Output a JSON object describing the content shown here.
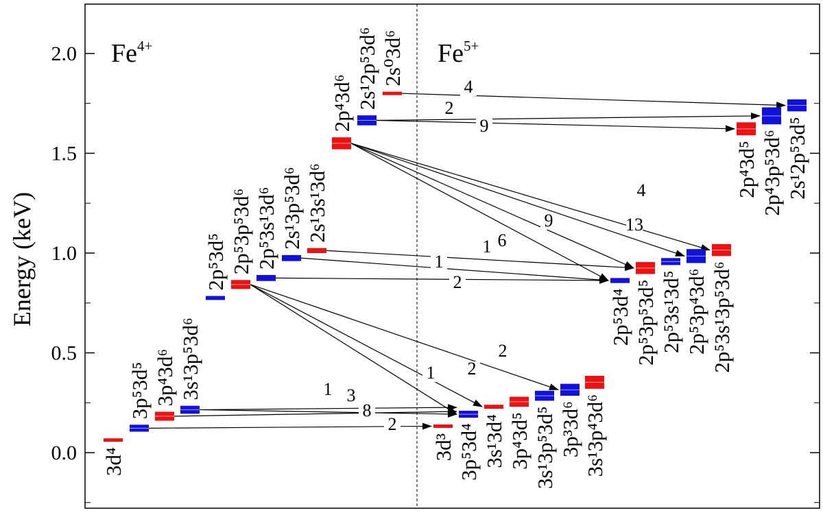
{
  "chart_data": {
    "type": "diagram",
    "ylabel": "Energy (keV)",
    "ylim": [
      -0.28,
      2.25
    ],
    "yticks": [
      "0.0",
      "0.5",
      "1.0",
      "1.5",
      "2.0"
    ],
    "ion_labels": [
      {
        "base": "Fe",
        "sup": "4+"
      },
      {
        "base": "Fe",
        "sup": "5+"
      }
    ],
    "colors": {
      "red": "#ee1111",
      "blue": "#1111dd",
      "line": "#000000"
    },
    "levels": [
      {
        "id": "3d4",
        "ion": 4,
        "color": "red",
        "e_min": 0.063,
        "e_max": 0.063,
        "label": "3d⁴"
      },
      {
        "id": "3p53d5",
        "ion": 4,
        "color": "blue",
        "e_min": 0.105,
        "e_max": 0.14,
        "label": "3p⁵3d⁵"
      },
      {
        "id": "3p43d6",
        "ion": 4,
        "color": "red",
        "e_min": 0.16,
        "e_max": 0.205,
        "label": "3p⁴3d⁶"
      },
      {
        "id": "3s13p53d6",
        "ion": 4,
        "color": "blue",
        "e_min": 0.195,
        "e_max": 0.235,
        "label": "3s¹3p⁵3d⁶"
      },
      {
        "id": "2p53d5",
        "ion": 4,
        "color": "blue",
        "e_min": 0.765,
        "e_max": 0.785,
        "label": "2p⁵3d⁵"
      },
      {
        "id": "2p53p53d6",
        "ion": 4,
        "color": "red",
        "e_min": 0.82,
        "e_max": 0.865,
        "label": "2p⁵3p⁵3d⁶"
      },
      {
        "id": "2p53s13d6",
        "ion": 4,
        "color": "blue",
        "e_min": 0.86,
        "e_max": 0.89,
        "label": "2p⁵3s¹3d⁶"
      },
      {
        "id": "2s13p53d6",
        "ion": 4,
        "color": "blue",
        "e_min": 0.96,
        "e_max": 0.99,
        "label": "2s¹3p⁵3d⁶"
      },
      {
        "id": "2s13s13d6",
        "ion": 4,
        "color": "red",
        "e_min": 1.0,
        "e_max": 1.025,
        "label": "2s¹3s¹3d⁶"
      },
      {
        "id": "2p43d6",
        "ion": 4,
        "color": "red",
        "e_min": 1.52,
        "e_max": 1.58,
        "label": "2p⁴3d⁶"
      },
      {
        "id": "2s12p53d6",
        "ion": 4,
        "color": "blue",
        "e_min": 1.64,
        "e_max": 1.69,
        "label": "2s¹2p⁵3d⁶"
      },
      {
        "id": "2s03d6",
        "ion": 4,
        "color": "red",
        "e_min": 1.8,
        "e_max": 1.8,
        "label": "2s⁰3d⁶"
      },
      {
        "id": "3d3",
        "ion": 5,
        "color": "red",
        "e_min": 0.13,
        "e_max": 0.135,
        "label": "3d³"
      },
      {
        "id": "3p53d4",
        "ion": 5,
        "color": "blue",
        "e_min": 0.175,
        "e_max": 0.21,
        "label": "3p⁵3d⁴"
      },
      {
        "id": "3s13d4",
        "ion": 5,
        "color": "red",
        "e_min": 0.22,
        "e_max": 0.24,
        "label": "3s¹3d⁴"
      },
      {
        "id": "3p43d5",
        "ion": 5,
        "color": "red",
        "e_min": 0.23,
        "e_max": 0.28,
        "label": "3p⁴3d⁵"
      },
      {
        "id": "3s13p53d5",
        "ion": 5,
        "color": "blue",
        "e_min": 0.26,
        "e_max": 0.31,
        "label": "3s¹3p⁵3d⁵"
      },
      {
        "id": "3p33d6",
        "ion": 5,
        "color": "blue",
        "e_min": 0.285,
        "e_max": 0.345,
        "label": "3p³3d⁶"
      },
      {
        "id": "3s13p43d6",
        "ion": 5,
        "color": "red",
        "e_min": 0.32,
        "e_max": 0.385,
        "label": "3s¹3p⁴3d⁶"
      },
      {
        "id": "2p53d4",
        "ion": 5,
        "color": "blue",
        "e_min": 0.85,
        "e_max": 0.875,
        "label": "2p⁵3d⁴"
      },
      {
        "id": "2p53p53d5",
        "ion": 5,
        "color": "red",
        "e_min": 0.895,
        "e_max": 0.955,
        "label": "2p⁵3p⁵3d⁵"
      },
      {
        "id": "2p53s13d5",
        "ion": 5,
        "color": "blue",
        "e_min": 0.94,
        "e_max": 0.975,
        "label": "2p⁵3s¹3d⁵"
      },
      {
        "id": "2p53p43d6",
        "ion": 5,
        "color": "blue",
        "e_min": 0.95,
        "e_max": 1.02,
        "label": "2p⁵3p⁴3d⁶"
      },
      {
        "id": "2p53s13p53d6",
        "ion": 5,
        "color": "red",
        "e_min": 0.985,
        "e_max": 1.045,
        "label": "2p⁵3s¹3p⁵3d⁶"
      },
      {
        "id": "2p43d5",
        "ion": 5,
        "color": "red",
        "e_min": 1.59,
        "e_max": 1.655,
        "label": "2p⁴3d⁵"
      },
      {
        "id": "2p43p53d6",
        "ion": 5,
        "color": "blue",
        "e_min": 1.645,
        "e_max": 1.73,
        "label": "2p⁴3p⁵3d⁶"
      },
      {
        "id": "2s12p53d5",
        "ion": 5,
        "color": "blue",
        "e_min": 1.71,
        "e_max": 1.77,
        "label": "2s¹2p⁵3d⁵"
      }
    ],
    "transitions": [
      {
        "from": "2s03d6",
        "to": "2s12p53d5",
        "value": "4"
      },
      {
        "from": "2s12p53d6",
        "to": "2p43p53d6",
        "value": "2"
      },
      {
        "from": "2s12p53d6",
        "to": "2p43d5",
        "value": "9"
      },
      {
        "from": "2p43d6",
        "to": "2p53s13p53d6",
        "value": "4"
      },
      {
        "from": "2p43d6",
        "to": "2p53p43d6",
        "value": "13"
      },
      {
        "from": "2p43d6",
        "to": "2p53p53d5",
        "value": "9"
      },
      {
        "from": "2p43d6",
        "to": "2p53d4",
        "value": "6"
      },
      {
        "from": "2s13s13d6",
        "to": "2p53p53d5",
        "value": "1"
      },
      {
        "from": "2s13p53d6",
        "to": "2p53d4",
        "value": "1"
      },
      {
        "from": "2p53s13d6",
        "to": "2p53d4",
        "value": "2"
      },
      {
        "from": "2p53p53d6",
        "to": "3p33d6",
        "value": "2"
      },
      {
        "from": "2p53p53d6",
        "to": "3s13d4",
        "value": "2"
      },
      {
        "from": "2p53p53d6",
        "to": "3p53d4",
        "value": "1"
      },
      {
        "from": "3s13p53d6",
        "to": "3p53d4",
        "value": "1"
      },
      {
        "from": "3s13p53d6",
        "to": "3p53d4",
        "value": "3"
      },
      {
        "from": "3p43d6",
        "to": "3p53d4",
        "value": "8"
      },
      {
        "from": "3p53d5",
        "to": "3d3",
        "value": "2"
      }
    ]
  }
}
